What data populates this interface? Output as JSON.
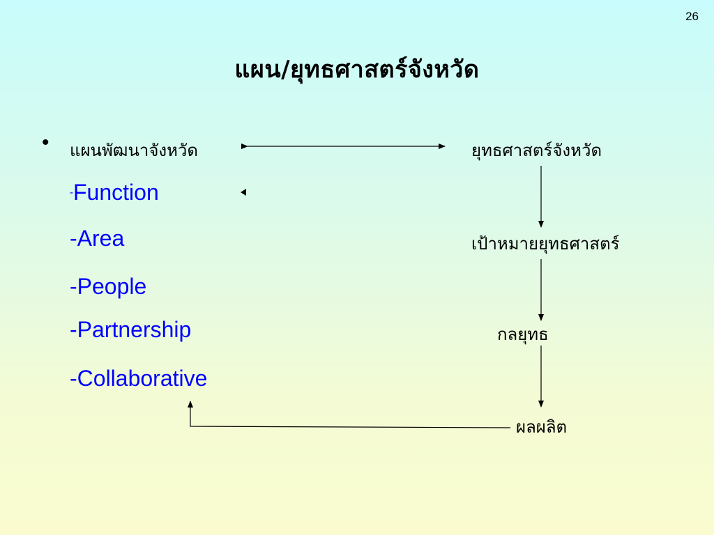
{
  "slide": {
    "page_number": "26",
    "title": "แผน/ยุทธศาสตร์จังหวัด",
    "bullet_symbol": "•",
    "left": {
      "heading": "แผนพัฒนาจังหวัด",
      "items": [
        {
          "dash": "-",
          "text": "Function"
        },
        {
          "text": "-Area"
        },
        {
          "text": "-People"
        },
        {
          "text": "-Partnership"
        },
        {
          "text": "-Collaborative"
        }
      ]
    },
    "right": {
      "steps": [
        "ยุทธศาสตร์จังหวัด",
        "เป้าหมายยุทธศาสตร์",
        "กลยุทธ",
        "ผลผลิต"
      ]
    },
    "colors": {
      "item_text": "#0000ff",
      "text": "#000000",
      "arrow": "#000000"
    }
  }
}
